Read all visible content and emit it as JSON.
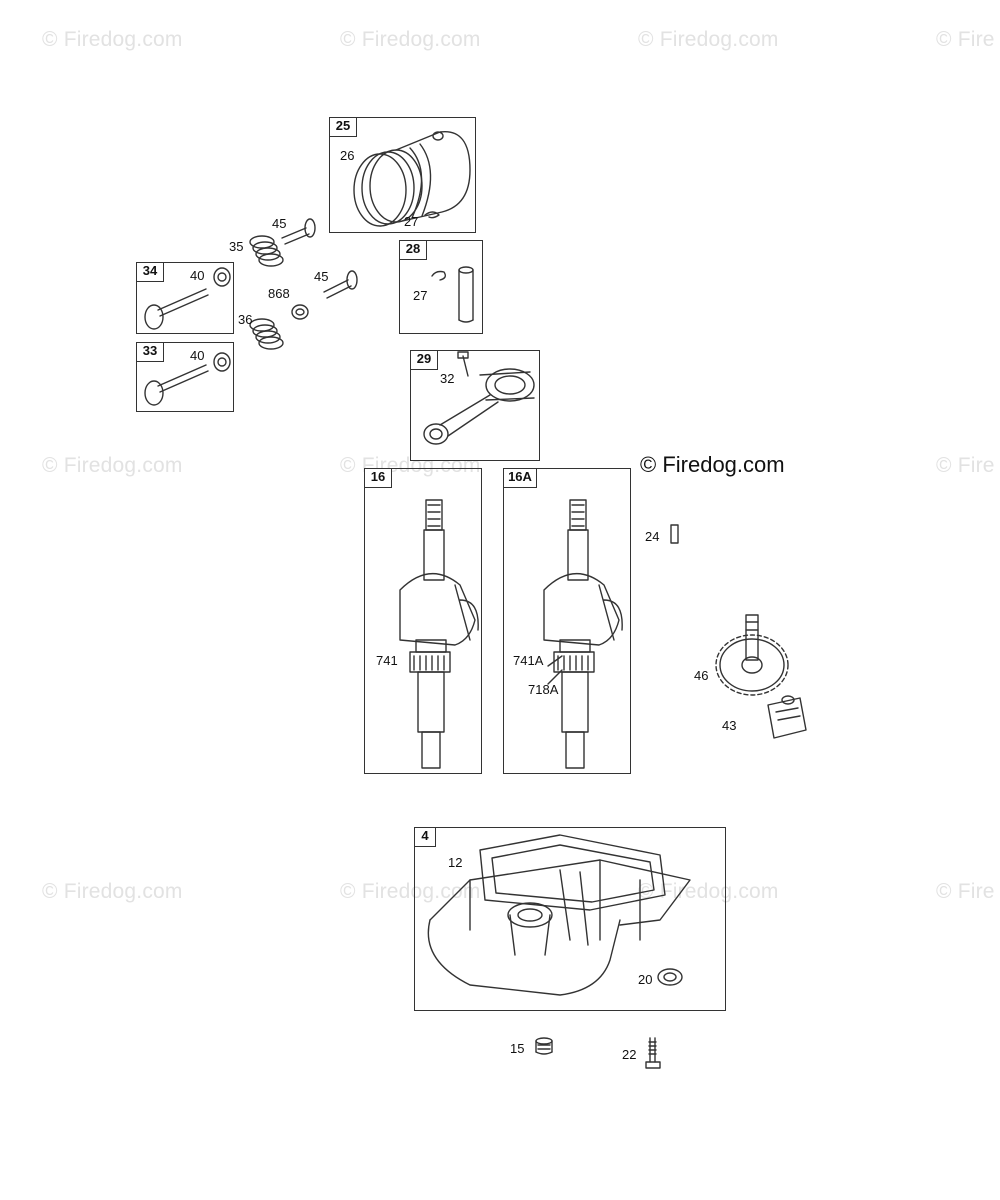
{
  "watermarks": [
    "© Firedog.com",
    "© Firedog.com",
    "© Firedog.com",
    "© Fire",
    "© Firedog.com",
    "© Firedog.com",
    "© Fire",
    "© Firedog.com",
    "© Firedog.com",
    "© Firedog.com",
    "© Fire"
  ],
  "main_watermark": "© Firedog.com",
  "box_tags": {
    "b25": "25",
    "b28": "28",
    "b34": "34",
    "b33": "33",
    "b29": "29",
    "b16": "16",
    "b16a": "16A",
    "b4": "4"
  },
  "labels": {
    "l26": "26",
    "l27a": "27",
    "l45a": "45",
    "l35": "35",
    "l40a": "40",
    "l868": "868",
    "l45b": "45",
    "l36": "36",
    "l27b": "27",
    "l40b": "40",
    "l32": "32",
    "l741": "741",
    "l741a": "741A",
    "l718a": "718A",
    "l24": "24",
    "l46": "46",
    "l43": "43",
    "l12": "12",
    "l20": "20",
    "l15": "15",
    "l22": "22"
  }
}
